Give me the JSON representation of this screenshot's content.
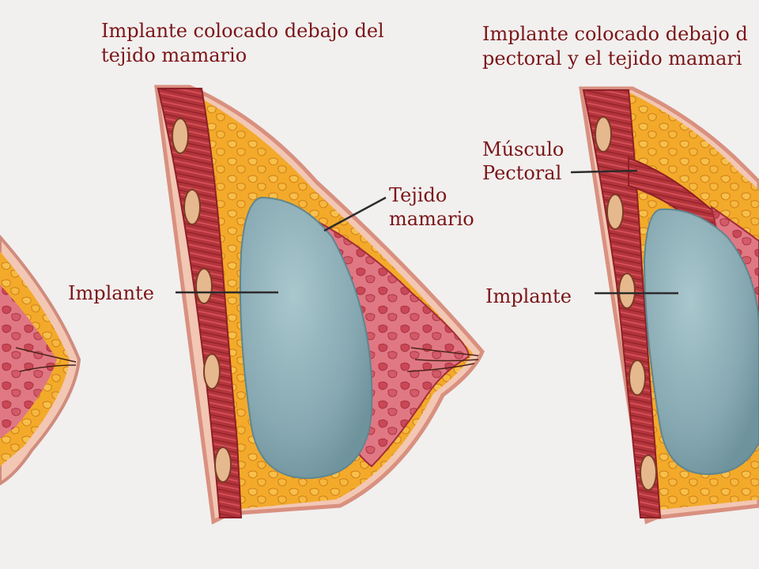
{
  "panels": [
    {
      "title_line1": "Implante colocado debajo del",
      "title_line2": "tejido mamario",
      "labels": {
        "tissue_line1": "Tejido",
        "tissue_line2": "mamario",
        "implant": "Implante"
      }
    },
    {
      "title_line1": "Implante colocado debajo d",
      "title_line2": "pectoral y el tejido mamari",
      "labels": {
        "muscle_line1": "Músculo",
        "muscle_line2": "Pectoral",
        "implant": "Implante"
      }
    }
  ],
  "colors": {
    "background": "#f1f0ef",
    "label_text": "#7b1518",
    "fat": "#f0a425",
    "muscle": "#b8333a",
    "gland": "#d9606b",
    "implant": "#8fb0b8",
    "skin": "#f2c7b4"
  }
}
